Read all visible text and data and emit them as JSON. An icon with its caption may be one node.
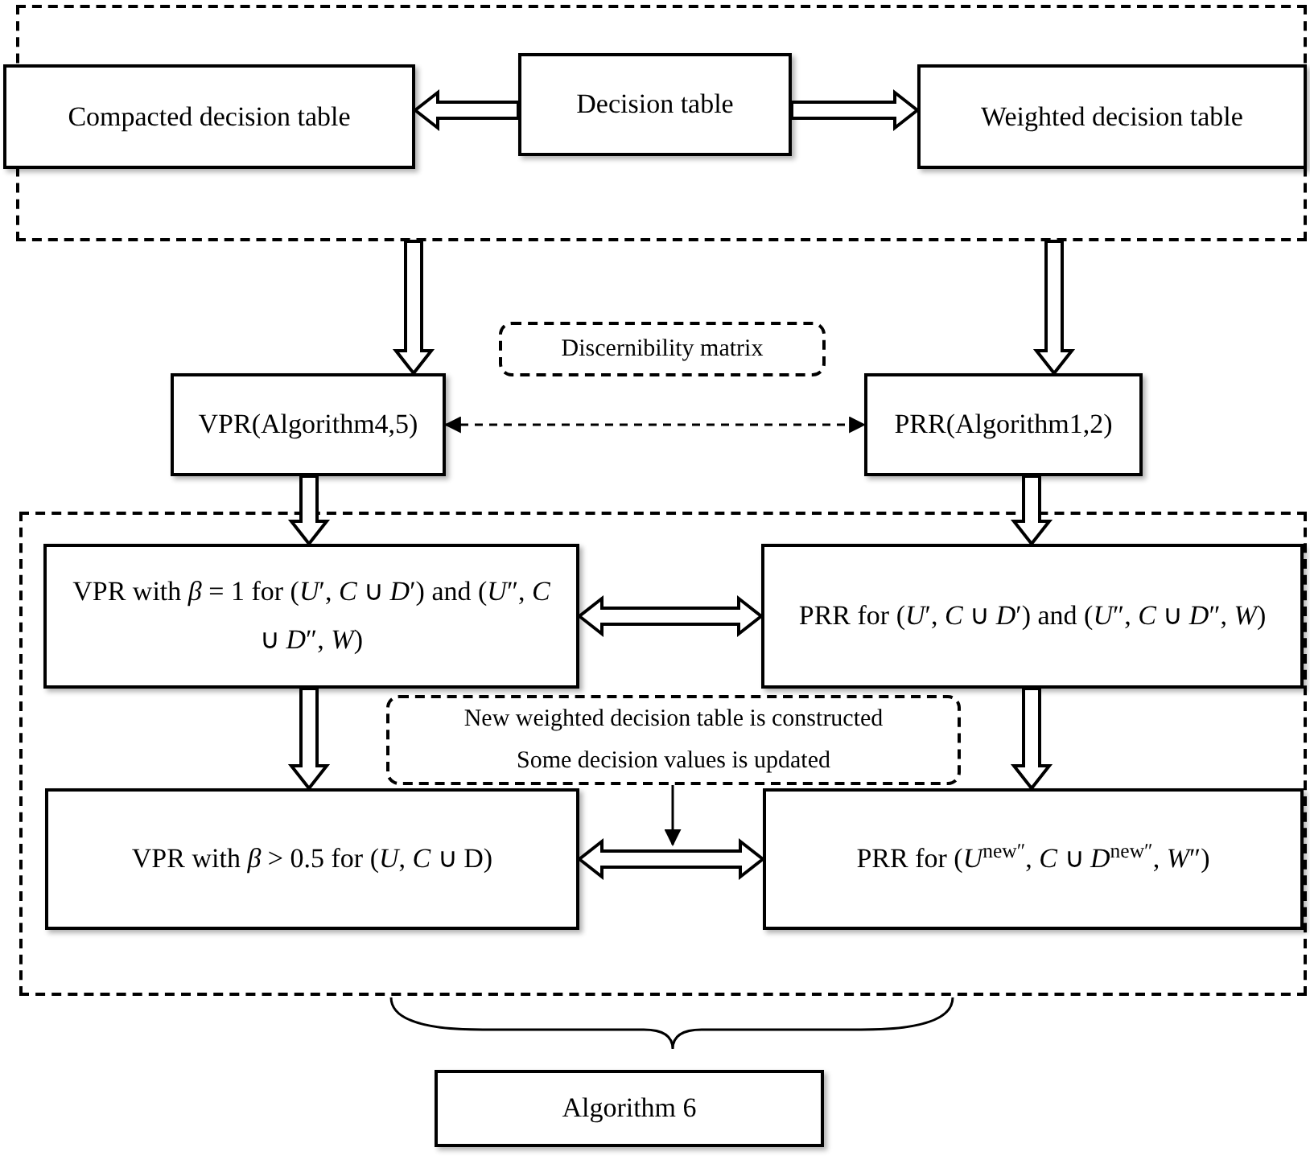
{
  "diagram": {
    "nodes": [
      {
        "text": [],
        "shape": "box"
      },
      {
        "text": [
          "Compacted decision table"
        ],
        "in": 0
      },
      {
        "text": [
          "Decision table"
        ],
        "in": 0
      },
      {
        "text": [
          "Weighted decision table"
        ],
        "in": 0
      },
      {
        "text": [
          "VPR(Algorithm4,5)"
        ]
      },
      {
        "text": [
          "Discernibility matrix"
        ]
      },
      {
        "text": [
          "PRR(Algorithm1,2)"
        ]
      },
      {
        "text": [],
        "shape": "box"
      },
      {
        "text": [
          "VPR with *β* = 1 for (*U*′, *C* ∪ *D*′) and (*U*″, *C* ∪ *D*″, *W*)"
        ],
        "in": 7
      },
      {
        "text": [
          "PRR for (*U*′, *C* ∪ *D*′) and (*U*″, *C* ∪ *D*″, *W*)"
        ],
        "in": 7
      },
      {
        "text": [
          "New weighted decision table is constructed",
          "Some decision values is updated"
        ],
        "in": 7
      },
      {
        "text": [
          "VPR with *β* > 0.5 for (*U*, *C* ∪ D)"
        ],
        "in": 7
      },
      {
        "text": [
          "PRR for (*U*$^{new″}$, *C* ∪ *D*$^{new″}$, *W*″)"
        ],
        "in": 7
      },
      {
        "text": [
          "Algorithm 6"
        ]
      }
    ],
    "edges": [
      {
        "from": 2,
        "to": 1,
        "arrow": "to",
        "style": "thick"
      },
      {
        "from": 2,
        "to": 3,
        "arrow": "to",
        "style": "thick"
      },
      {
        "from": 0,
        "to": 4,
        "arrow": "to",
        "style": "thick"
      },
      {
        "from": 0,
        "to": 6,
        "arrow": "to",
        "style": "thick"
      },
      {
        "from": 4,
        "to": 6,
        "arrow": "both",
        "style": "dashed"
      },
      {
        "from": 4,
        "to": 8,
        "arrow": "to",
        "style": "thick"
      },
      {
        "from": 6,
        "to": 9,
        "arrow": "to",
        "style": "thick"
      },
      {
        "from": 8,
        "to": 9,
        "arrow": "both",
        "style": "thick"
      },
      {
        "from": 8,
        "to": 11,
        "arrow": "to",
        "style": "thick"
      },
      {
        "from": 9,
        "to": 12,
        "arrow": "to",
        "style": "thick"
      },
      {
        "from": 11,
        "to": 12,
        "arrow": "both",
        "style": "thick"
      },
      {
        "from": 10,
        "to": null,
        "arrow": "to"
      }
    ]
  }
}
